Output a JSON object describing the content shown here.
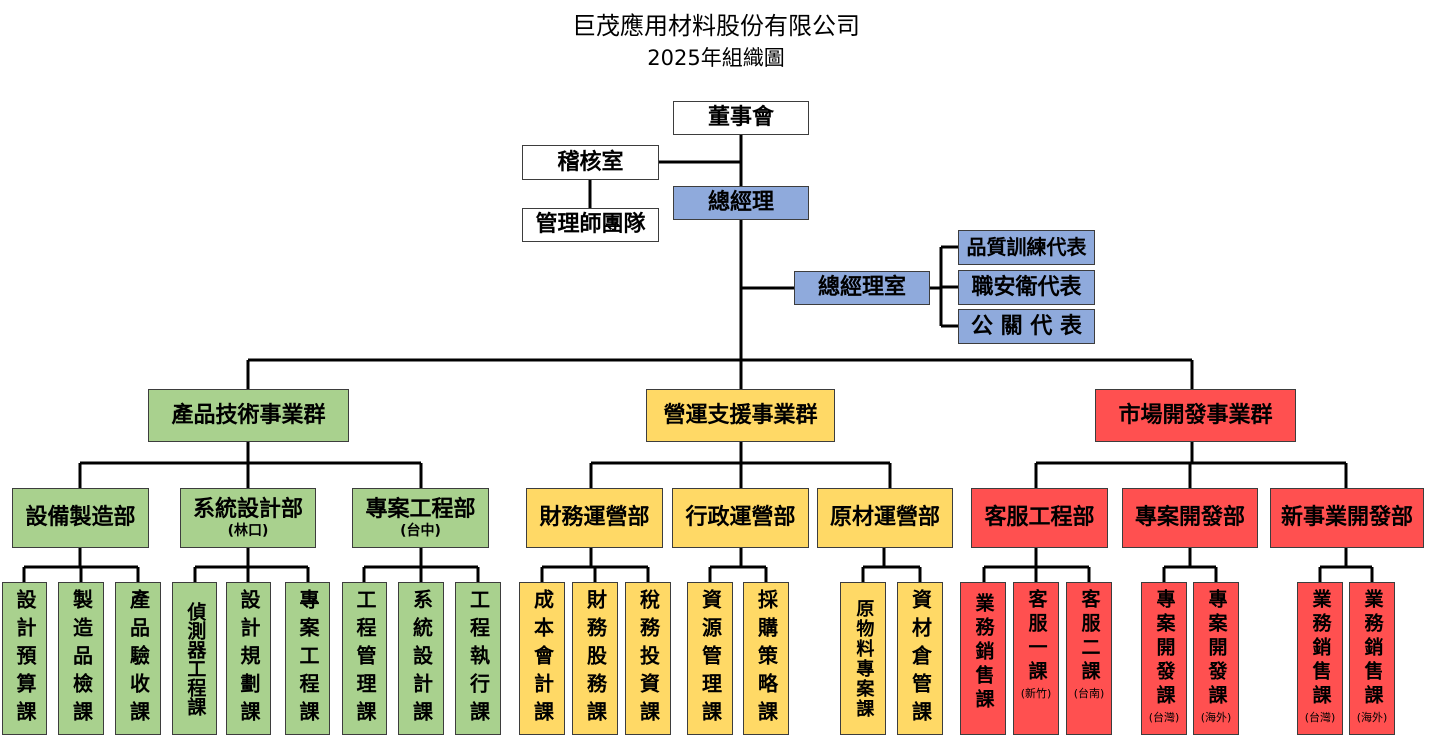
{
  "title": {
    "company": "巨茂應用材料股份有限公司",
    "chart_name": "2025年組織圖"
  },
  "executive": {
    "board": "董事會",
    "audit": "稽核室",
    "management_team": "管理師團隊",
    "general_manager": "總經理",
    "gm_office": "總經理室",
    "representatives": [
      "品質訓練代表",
      "職安衛代表",
      "公 關 代 表"
    ]
  },
  "groups": {
    "product_tech": {
      "name": "產品技術事業群",
      "departments": [
        {
          "name": "設備製造部",
          "location": "",
          "sections": [
            "設計預算課",
            "製造品檢課",
            "產品驗收課"
          ]
        },
        {
          "name": "系統設計部",
          "location": "(林口)",
          "sections": [
            "偵測器工程課",
            "設計規劃課",
            "專案工程課"
          ]
        },
        {
          "name": "專案工程部",
          "location": "(台中)",
          "sections": [
            "工程管理課",
            "系統設計課",
            "工程執行課"
          ]
        }
      ]
    },
    "operations": {
      "name": "營運支援事業群",
      "departments": [
        {
          "name": "財務運營部",
          "sections": [
            "成本會計課",
            "財務股務課",
            "稅務投資課"
          ]
        },
        {
          "name": "行政運營部",
          "sections": [
            "資源管理課",
            "採購策略課"
          ]
        },
        {
          "name": "原材運營部",
          "sections": [
            "原物料專案課",
            "資材倉管課"
          ]
        }
      ]
    },
    "market": {
      "name": "市場開發事業群",
      "departments": [
        {
          "name": "客服工程部",
          "sections": [
            {
              "name": "業務銷售課",
              "note": ""
            },
            {
              "name": "客服一課",
              "note": "(新竹)"
            },
            {
              "name": "客服二課",
              "note": "(台南)"
            }
          ]
        },
        {
          "name": "專案開發部",
          "sections": [
            {
              "name": "專案開發課",
              "note": "(台灣)"
            },
            {
              "name": "專案開發課",
              "note": "(海外)"
            }
          ]
        },
        {
          "name": "新事業開發部",
          "sections": [
            {
              "name": "業務銷售課",
              "note": "(台灣)"
            },
            {
              "name": "業務銷售課",
              "note": "(海外)"
            }
          ]
        }
      ]
    }
  },
  "colors": {
    "executive": "#ffffff",
    "management": "#8faadc",
    "product_tech": "#a9d18e",
    "operations": "#ffd966",
    "market": "#ff5050"
  }
}
